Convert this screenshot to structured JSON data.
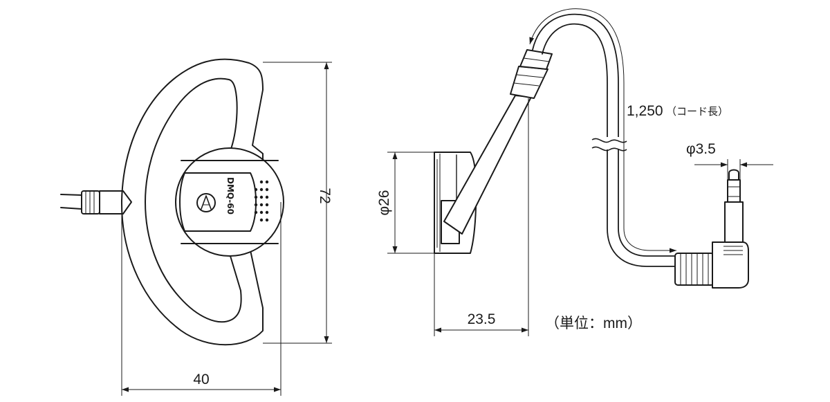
{
  "dimensions": {
    "width": "40",
    "height": "72",
    "depth": "23.5",
    "diameter": "φ26",
    "plug": "φ3.5",
    "cord_value": "1,250",
    "cord_note": "（コード長）"
  },
  "unit_label": "（単位：mm）",
  "device": {
    "model": "DMQ-60",
    "logo_icon": "audio-technica-logo-icon"
  }
}
